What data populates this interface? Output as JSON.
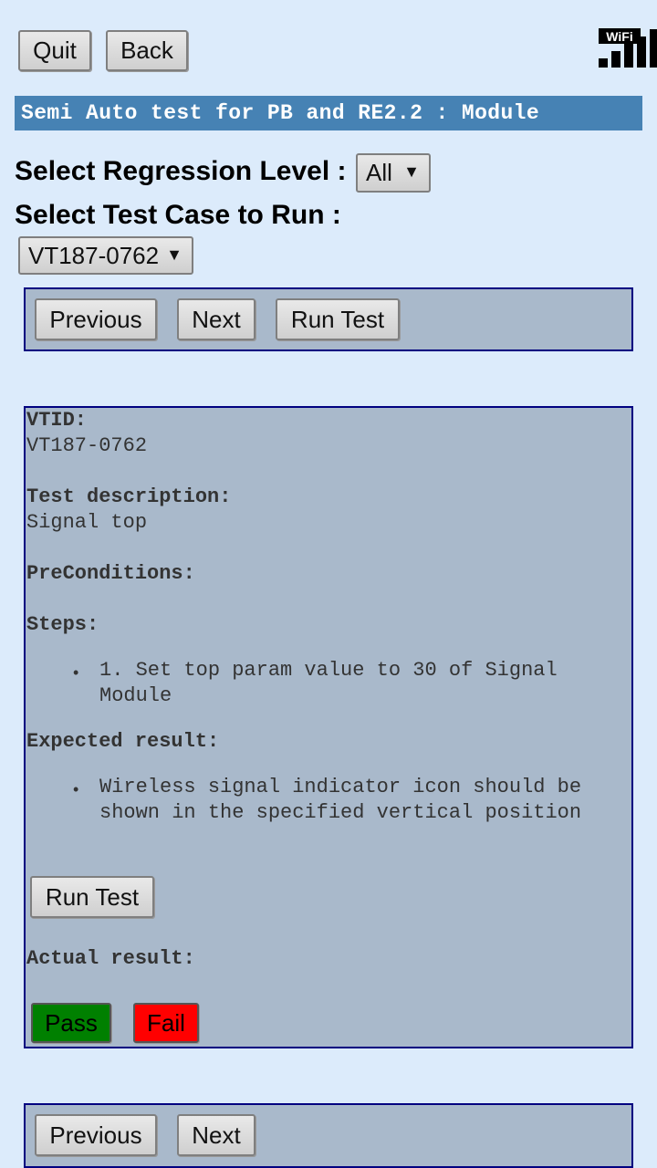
{
  "toolbar": {
    "quit_label": "Quit",
    "back_label": "Back"
  },
  "status": {
    "wifi_label": "WiFi"
  },
  "title": "Semi Auto test for PB and RE2.2 : Module",
  "regression": {
    "label": "Select Regression Level :",
    "selected": "All"
  },
  "testcase": {
    "label": "Select Test Case to Run :",
    "selected": "VT187-0762"
  },
  "nav_top": {
    "previous": "Previous",
    "next": "Next",
    "run": "Run Test"
  },
  "details": {
    "vtid_label": "VTID:",
    "vtid_value": "VT187-0762",
    "desc_label": "Test description:",
    "desc_value": "Signal top",
    "pre_label": "PreConditions:",
    "steps_label": "Steps:",
    "steps": [
      "1. Set top param value to 30 of Signal",
      "Module"
    ],
    "expected_label": "Expected result:",
    "expected": [
      "Wireless signal indicator icon should be",
      "shown in the specified vertical position"
    ],
    "run_label": "Run Test",
    "actual_label": "Actual result:",
    "pass_label": "Pass",
    "fail_label": "Fail"
  },
  "nav_bottom": {
    "previous": "Previous",
    "next": "Next"
  },
  "colors": {
    "pass": "#008000",
    "fail": "#ff0000",
    "title_bg": "#4682b4",
    "panel_bg": "#a9b9cb",
    "panel_border": "#000080"
  }
}
